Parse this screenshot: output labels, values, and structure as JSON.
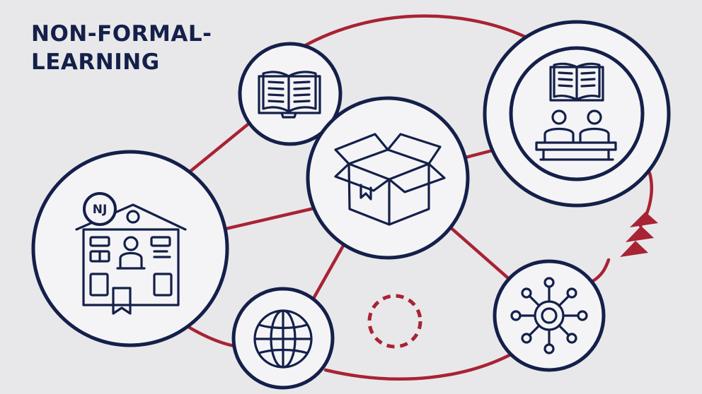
{
  "title": {
    "line1": "NON-FORMAL-",
    "line2": "LEARNING"
  },
  "colors": {
    "background": "#e8e8ea",
    "ink": "#14204a",
    "accent": "#a82334"
  },
  "nodes": [
    {
      "id": "center",
      "icon": "open-box-icon"
    },
    {
      "id": "top-left",
      "icon": "open-book-icon"
    },
    {
      "id": "top-right",
      "icon": "classroom-book-icon"
    },
    {
      "id": "left",
      "icon": "school-building-icon",
      "badge": "NJ"
    },
    {
      "id": "bottom-left",
      "icon": "globe-icon"
    },
    {
      "id": "bottom-right",
      "icon": "network-hub-icon"
    }
  ],
  "placeholder": {
    "icon": "dashed-circle-icon"
  }
}
